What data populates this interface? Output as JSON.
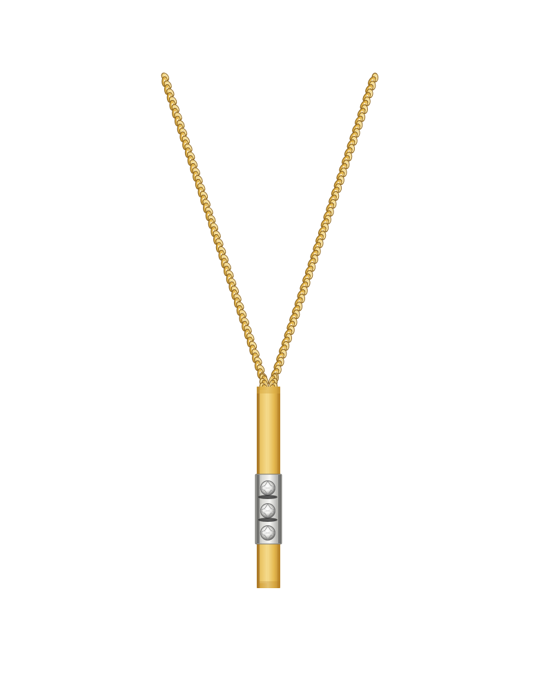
{
  "scene": {
    "subject": "gold-bar-pendant-necklace",
    "background_color": "#ffffff",
    "colors": {
      "gold_light": "#f4d98a",
      "gold_mid": "#e5b94f",
      "gold_dark": "#b9852b",
      "gold_shadow": "#8d6420",
      "white_gold_light": "#f7f7f5",
      "white_gold_mid": "#d8d8d4",
      "white_gold_dark": "#8e8e8a",
      "stone_shadow": "#222222"
    },
    "stones": {
      "count": 3,
      "type": "round-diamond"
    },
    "chain": {
      "style": "curb-chain"
    }
  }
}
